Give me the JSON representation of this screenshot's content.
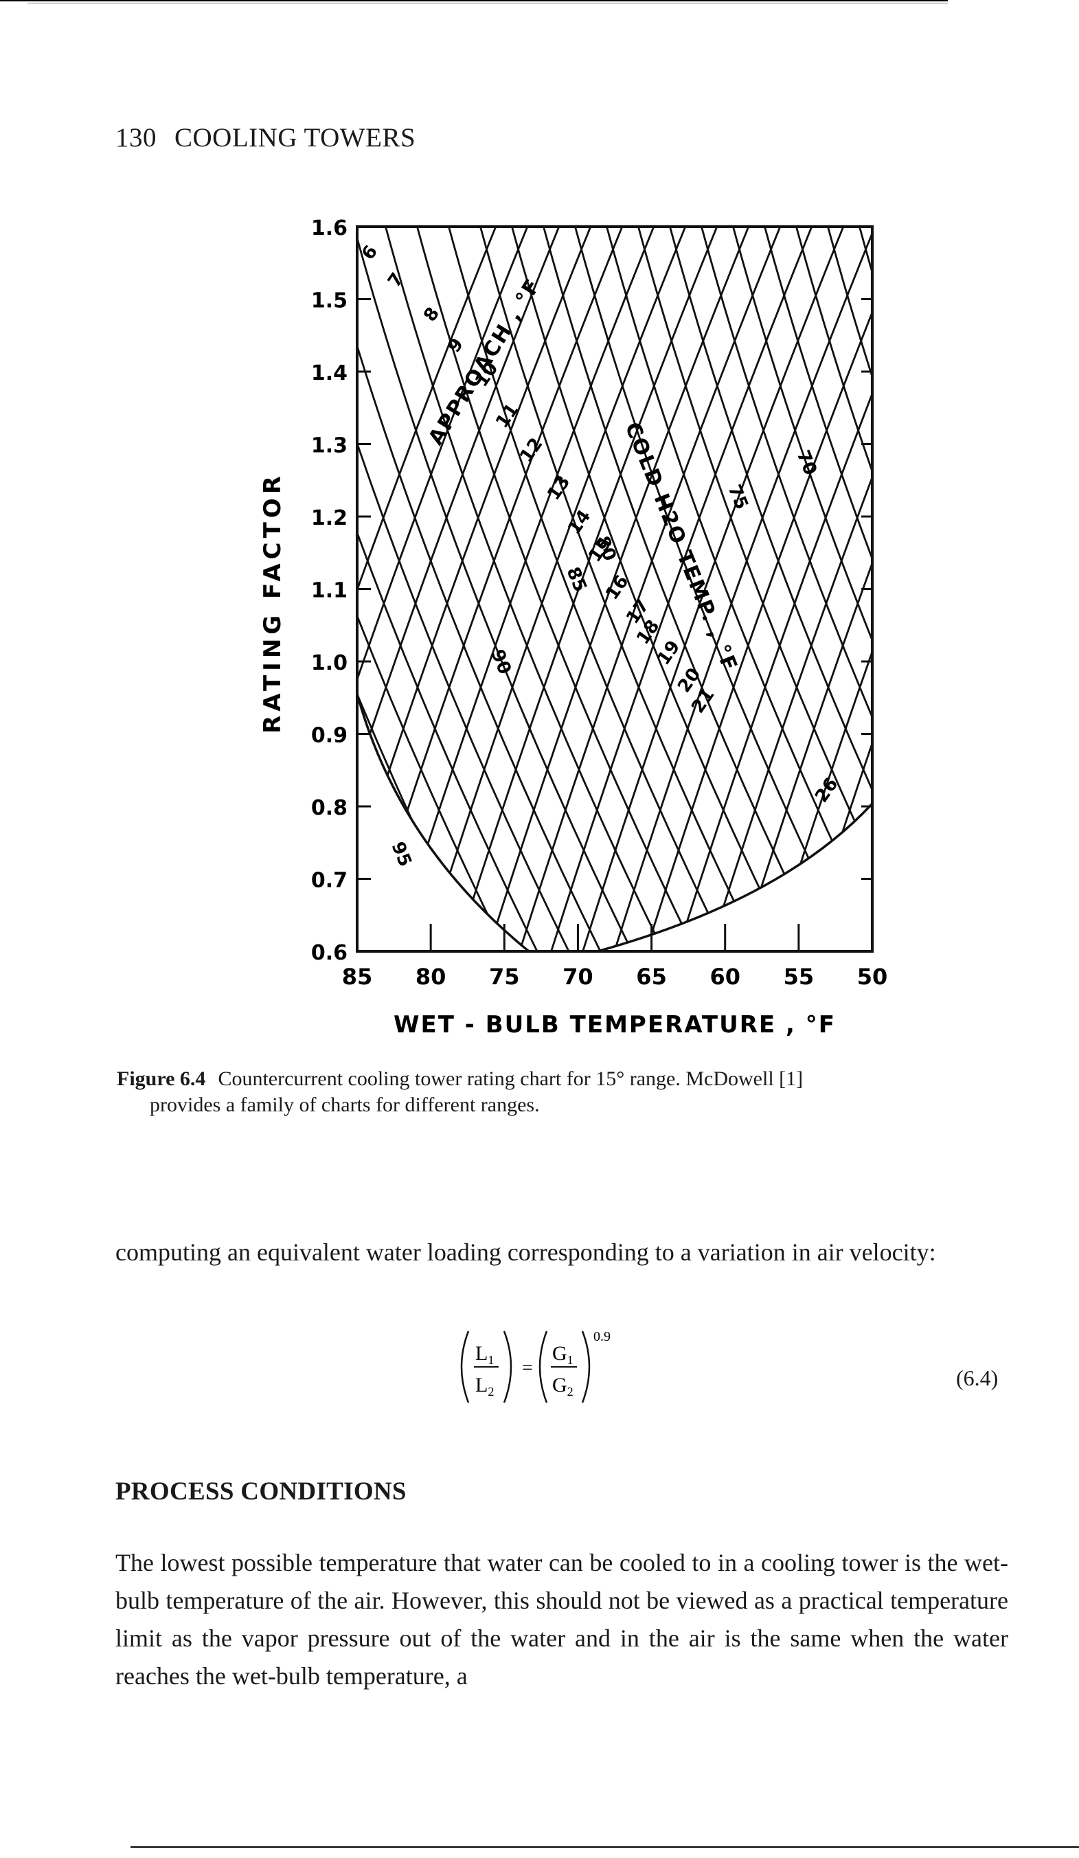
{
  "running_head": {
    "page_number": "130",
    "title": "COOLING TOWERS"
  },
  "chart_data": {
    "type": "nomogram",
    "x_values": [
      85,
      80,
      75,
      70,
      65,
      60,
      55,
      50
    ],
    "x_tick_labels": [
      "85",
      "80",
      "75",
      "70",
      "65",
      "60",
      "55",
      "50"
    ],
    "xlabel": "WET - BULB TEMPERATURE , °F",
    "xlim": [
      85,
      50
    ],
    "y_values": [
      1.6,
      1.5,
      1.4,
      1.3,
      1.2,
      1.1,
      1.0,
      0.9,
      0.8,
      0.7,
      0.6
    ],
    "y_tick_labels": [
      "1.6",
      "1.5",
      "1.4",
      "1.3",
      "1.2",
      "1.1",
      "1.0",
      "0.9",
      "0.8",
      "0.7",
      "0.6"
    ],
    "ylabel": "RATING FACTOR",
    "ylim": [
      0.6,
      1.6
    ],
    "approach_family": {
      "title": "APPROACH , °F",
      "labels": [
        "6",
        "7",
        "8",
        "9",
        "10",
        "11",
        "12",
        "13",
        "14",
        "15",
        "16",
        "17",
        "18",
        "19",
        "20",
        "21",
        "26"
      ]
    },
    "cold_water_family": {
      "title": "COLD H2O TEMP. , °F",
      "labels": [
        "95",
        "90",
        "85",
        "80",
        "75",
        "70"
      ]
    },
    "grid": false
  },
  "caption": {
    "figure_label": "Figure 6.4",
    "line1": "Countercurrent cooling tower rating chart for 15° range. McDowell [1]",
    "line2": "provides a family of charts for different ranges."
  },
  "paragraph_1": "computing an equivalent water loading corresponding to a variation in air velocity:",
  "equation": {
    "lhs_num": "L1",
    "lhs_den": "L2",
    "rhs_num": "G1",
    "rhs_den": "G2",
    "exponent": "0.9",
    "number": "(6.4)"
  },
  "section_heading": "PROCESS CONDITIONS",
  "paragraph_2": "The lowest possible temperature that water can be cooled to in a cooling tower is the wet-bulb temperature of the air. However, this should not be viewed as a practical temperature limit as the vapor pressure out of the water and in the air is the same when the water reaches the wet-bulb temperature, a"
}
